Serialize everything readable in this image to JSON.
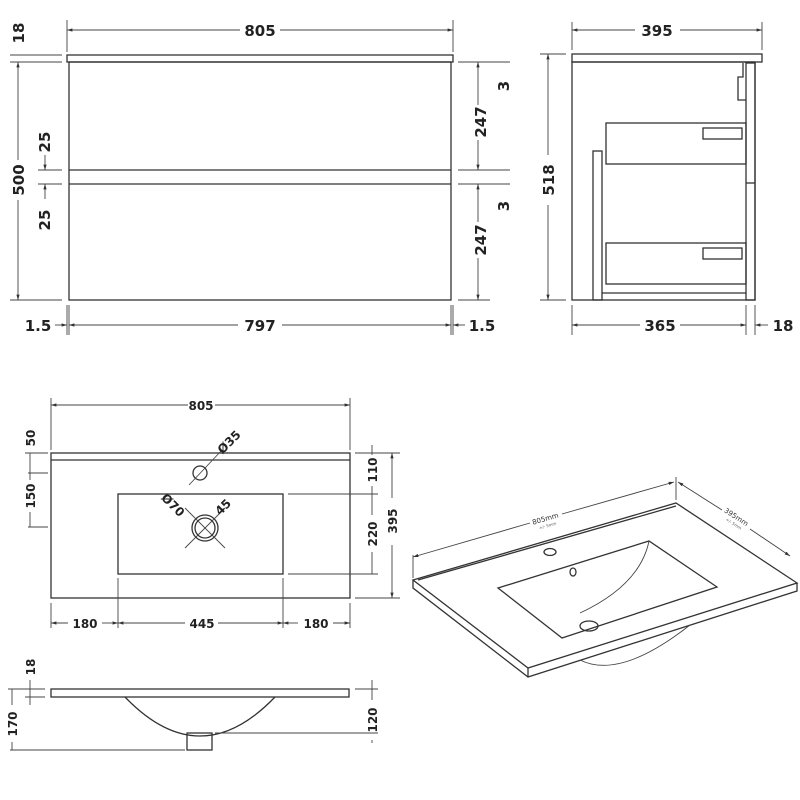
{
  "front_view": {
    "width": "805",
    "top_thickness": "18",
    "height": "500",
    "gap_top": "25",
    "gap_bottom": "25",
    "drawer_gap_top": "3",
    "drawer_top": "247",
    "drawer_gap_bottom": "3",
    "drawer_bottom": "247",
    "side_left": "1.5",
    "inner_width": "797",
    "side_right": "1.5"
  },
  "side_view": {
    "depth": "395",
    "height": "518",
    "body_depth": "365",
    "door_thickness": "18"
  },
  "basin_plan": {
    "width": "805",
    "upstand": "50",
    "tap_offset": "150",
    "tap_hole": "Ø35",
    "waste_hole": "Ø70",
    "waste_size": "45",
    "bowl_top_offset": "110",
    "bowl_depth": "220",
    "depth": "395",
    "margin_left": "180",
    "bowl_width": "445",
    "margin_right": "180"
  },
  "basin_section": {
    "slab_thickness": "18",
    "total_height": "170",
    "bowl_height": "120"
  },
  "isometric": {
    "width_label": "805mm",
    "width_tolerance": "+/- 5mm",
    "depth_label": "395mm",
    "depth_tolerance": "+/- 5mm"
  }
}
